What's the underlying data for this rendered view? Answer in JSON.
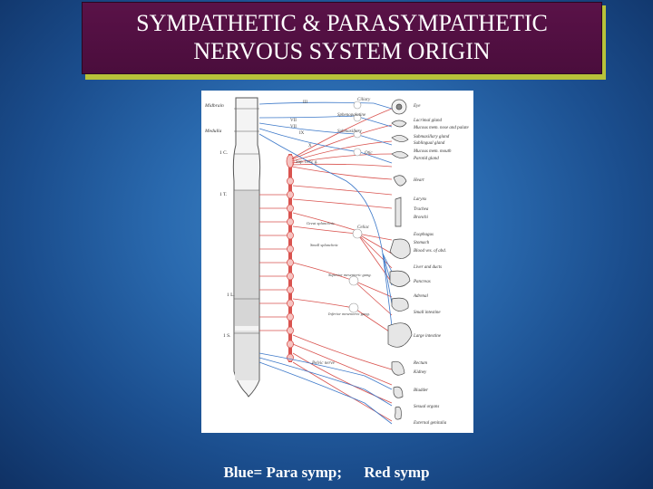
{
  "title": {
    "line1": "SYMPATHETIC & PARASYMPATHETIC",
    "line2": "NERVOUS SYSTEM  ORIGIN"
  },
  "figure": {
    "spine_labels": [
      "Midbrain",
      "Medulla",
      "1 C.",
      "1 T.",
      "1 L.",
      "1 S."
    ],
    "cranial_nerves": [
      "III",
      "VII",
      "VII",
      "IX",
      "X"
    ],
    "ganglia": [
      "Ciliary",
      "Sphenopalatine",
      "Submaxillary",
      "Otic",
      "Sup. cerv. g.",
      "Celiac",
      "Superior mesenteric gang.",
      "Inferior mesenteric gang.",
      "Great splanchnic",
      "Small splanchnic",
      "Pelvic nerve"
    ],
    "organs": [
      "Eye",
      "Lacrimal gland",
      "Mucous mem. nose and palate",
      "Submaxillary gland",
      "Sublingual gland",
      "Mucous mem. mouth",
      "Parotid gland",
      "Heart",
      "Larynx",
      "Trachea",
      "Bronchi",
      "Esophagus",
      "Stomach",
      "Blood ves. of abd.",
      "Liver and ducts",
      "Pancreas",
      "Adrenal",
      "Small intestine",
      "Large intestine",
      "Rectum",
      "Kidney",
      "Bladder",
      "Sexual organs",
      "External genitalia"
    ]
  },
  "caption": {
    "left": "Blue= Para symp;",
    "right": "Red symp"
  },
  "colors": {
    "sympathetic": "#d9534f",
    "parasympathetic": "#3d79c9",
    "title_bg": "#4e0f40",
    "title_shadow": "#b7c23a"
  }
}
